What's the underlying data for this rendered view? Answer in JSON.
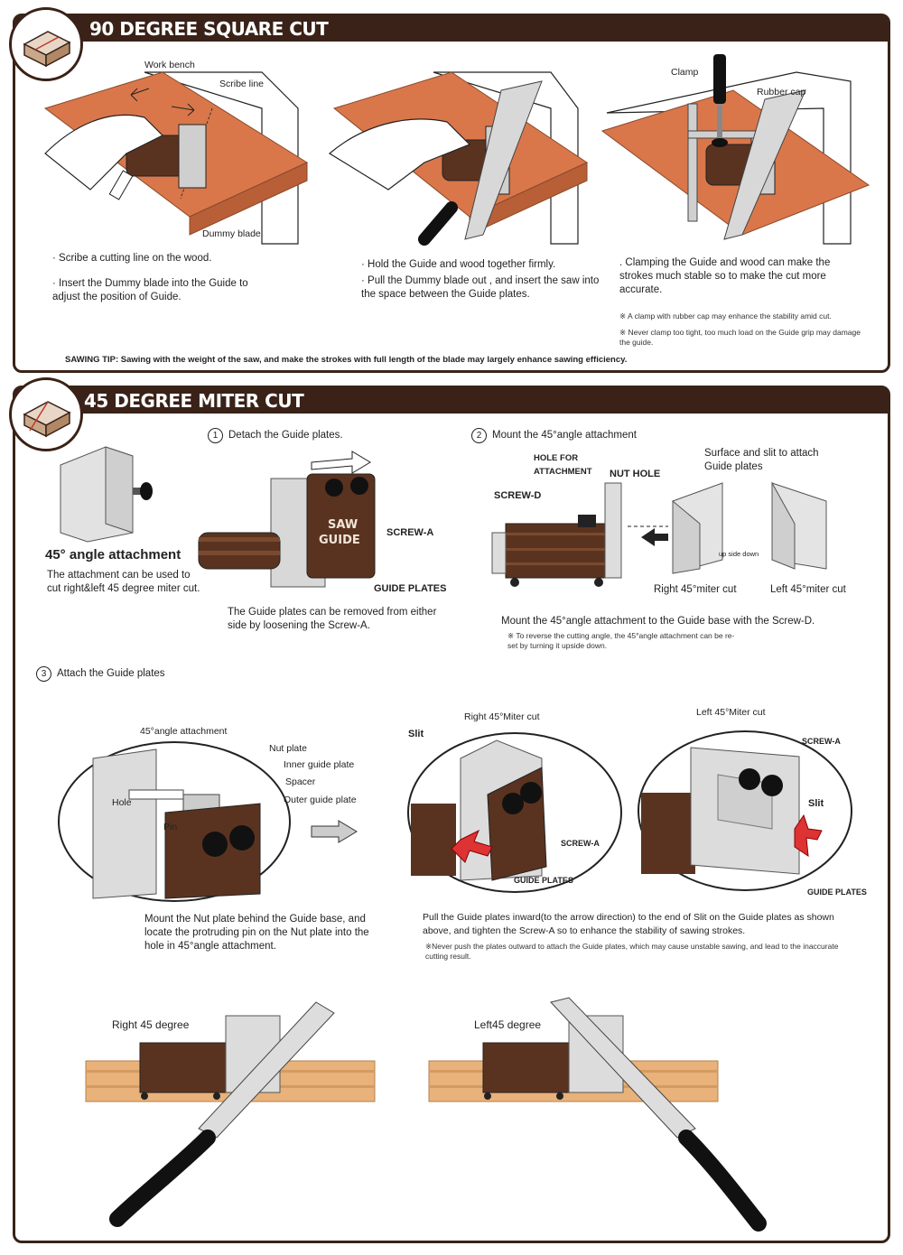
{
  "colors": {
    "header": "#3a2218",
    "wood": "#d9774b",
    "guide_brown": "#5a3320",
    "metal": "#c8c8c8"
  },
  "section1": {
    "title": "90 DEGREE SQUARE CUT",
    "labels": {
      "work_bench": "Work bench",
      "scribe_line": "Scribe line",
      "dummy_blade": "Dummy blade",
      "clamp": "Clamp",
      "rubber_cap": "Rubber cap"
    },
    "step1": [
      "· Scribe a cutting line on the wood.",
      "· Insert the Dummy blade into the Guide to adjust the position of Guide."
    ],
    "step2": [
      "· Hold the Guide and wood together firmly.",
      "· Pull the Dummy blade out , and insert the saw into the space between the Guide plates."
    ],
    "step3": ". Clamping the Guide and wood can make the strokes much stable so to make the cut more accurate.",
    "notes": [
      "※ A clamp with rubber cap may enhance the stability amid cut.",
      "※ Never clamp too tight, too much load on the Guide grip may damage the guide."
    ],
    "tip": "SAWING TIP: Sawing with the weight of the saw, and make the strokes with full length of the blade may largely enhance sawing efficiency."
  },
  "section2": {
    "title": "45 DEGREE MITER CUT",
    "attachment_title": "45° angle attachment",
    "attachment_desc": "The attachment can be used to cut right&left 45 degree miter cut.",
    "step1_num": "1",
    "step1_title": "Detach the Guide plates.",
    "step1_labels": {
      "screw_a": "SCREW-A",
      "guide_plates": "GUIDE PLATES"
    },
    "guide_text": [
      "SAW",
      "GUIDE"
    ],
    "step1_desc": "The Guide plates can be removed from either side by loosening the Screw-A.",
    "step2_num": "2",
    "step2_title": "Mount the 45°angle attachment",
    "step2_labels": {
      "hole_for_attachment": "HOLE FOR ATTACHMENT",
      "nut_hole": "NUT HOLE",
      "screw_d": "SCREW-D",
      "surface_slit": "Surface and slit to attach Guide plates",
      "up_side_down": "up side down",
      "right_miter": "Right 45°miter cut",
      "left_miter": "Left 45°miter cut"
    },
    "step2_desc": "Mount the 45°angle attachment to the Guide base with the Screw-D.",
    "step2_note": "※ To reverse the cutting angle, the 45°angle attachment can be re-set by turning it upside down.",
    "step3_num": "3",
    "step3_title": "Attach the Guide plates",
    "step3_labels": {
      "angle_attachment": "45°angle attachment",
      "nut_plate": "Nut plate",
      "inner_guide": "Inner guide plate",
      "spacer": "Spacer",
      "outer_guide": "Outer guide plate",
      "hole": "Hole",
      "pin": "Pin",
      "right_miter_cut": "Right 45°Miter cut",
      "left_miter_cut": "Left 45°Miter cut",
      "slit": "Slit",
      "slit2": "Slit",
      "screw_a": "SCREW-A",
      "screw_a2": "SCREW-A",
      "guide_plates": "GUIDE PLATES",
      "guide_plates2": "GUIDE PLATES"
    },
    "step3_desc_left": "Mount the Nut plate behind the Guide base, and locate the protruding pin on the Nut plate into the hole in 45°angle attachment.",
    "step3_desc_right": "Pull the Guide plates inward(to the arrow direction) to the end of Slit on the Guide plates as shown above, and tighten the Screw-A so to enhance the stability of sawing strokes.",
    "step3_note": "※Never push the plates outward to attach the Guide plates, which may cause unstable sawing, and lead to the inaccurate cutting result.",
    "bottom": {
      "right": "Right 45 degree",
      "left": "Left45 degree"
    }
  }
}
